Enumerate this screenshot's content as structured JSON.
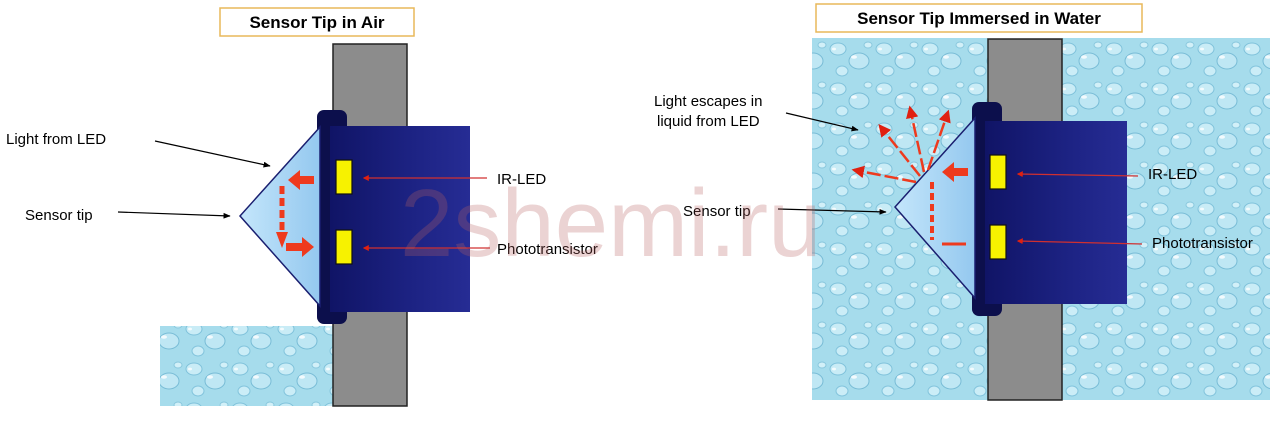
{
  "left_panel": {
    "title": "Sensor Tip in Air",
    "labels": {
      "light": "Light from LED",
      "tip": "Sensor tip",
      "led": "IR-LED",
      "photo": "Phototransistor"
    }
  },
  "right_panel": {
    "title": "Sensor Tip Immersed in Water",
    "labels": {
      "light_line1": "Light escapes in",
      "light_line2": "liquid from LED",
      "tip": "Sensor tip",
      "led": "IR-LED",
      "photo": "Phototransistor"
    }
  },
  "watermark": "2shemi.ru",
  "colors": {
    "housing": "#1b1f7e",
    "housing_edge": "#0c0f4c",
    "tip": "#a9d6f5",
    "water": "#a6dcec",
    "wall": "#8c8c8c",
    "component": "#f7f200",
    "arrow": "#ee3a1e",
    "title_border": "#e8b85a"
  }
}
